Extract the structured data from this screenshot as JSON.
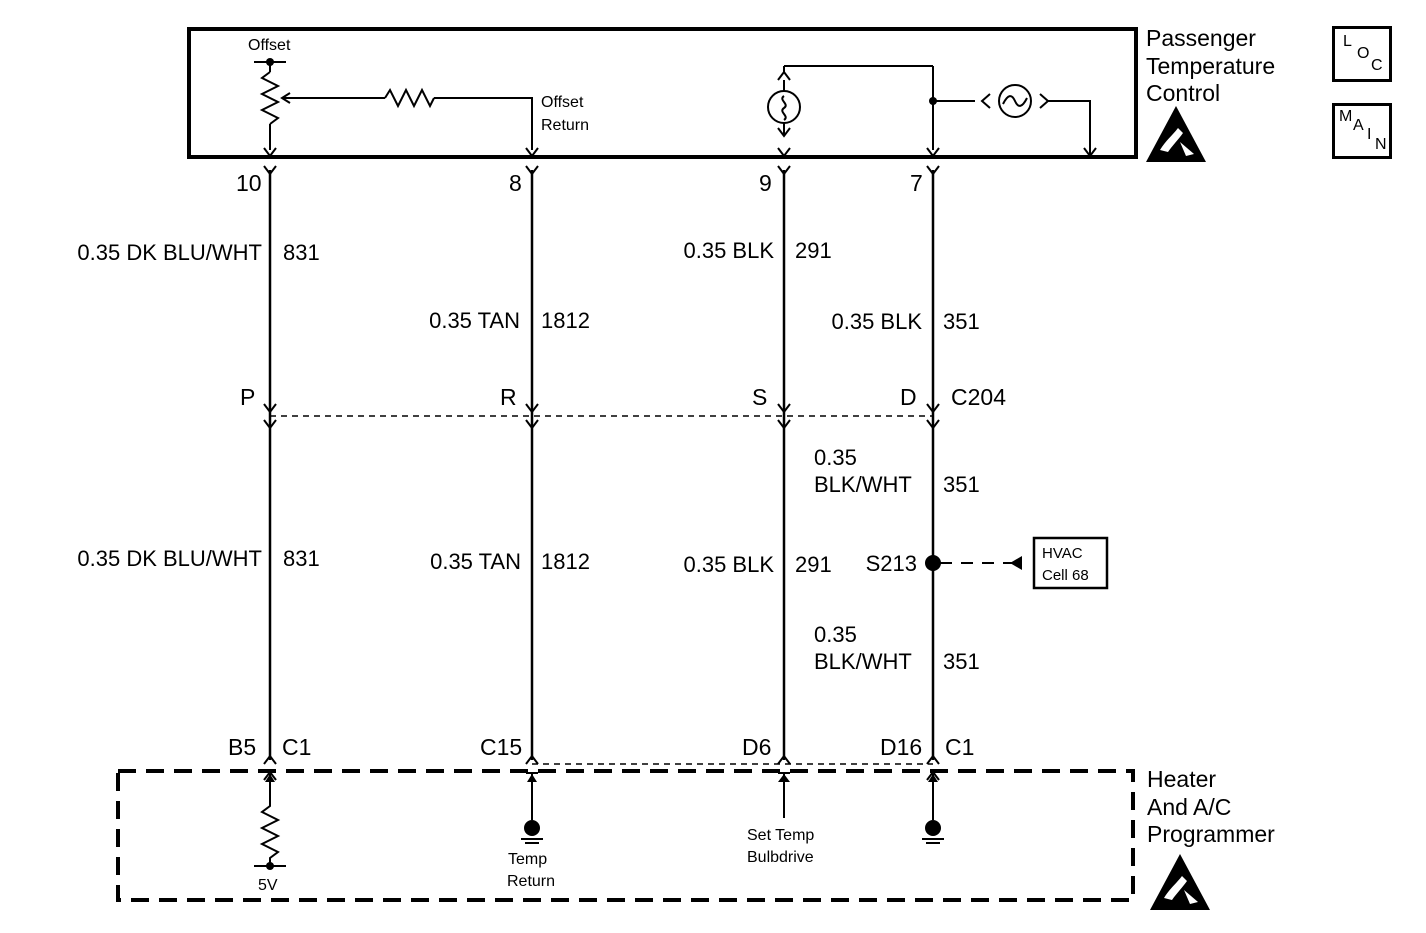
{
  "nav": {
    "loc": [
      "L",
      "O",
      "C"
    ],
    "main": [
      "M",
      "A",
      "I",
      "N"
    ]
  },
  "top_component": {
    "title": [
      "Passenger",
      "Temperature",
      "Control"
    ],
    "offset_label": "Offset",
    "offset_return": [
      "Offset",
      "Return"
    ]
  },
  "bottom_component": {
    "title": [
      "Heater",
      "And A/C",
      "Programmer"
    ],
    "five_v": "5V",
    "temp_return": [
      "Temp",
      "Return"
    ],
    "set_temp": [
      "Set Temp",
      "Bulbdrive"
    ]
  },
  "wires": [
    {
      "top_pin": "10",
      "inline_pin": "P",
      "bottom_pin": "B5",
      "upper": {
        "label": "0.35 DK BLU/WHT",
        "circuit": "831"
      },
      "lower": {
        "label": "0.35 DK BLU/WHT",
        "circuit": "831"
      }
    },
    {
      "top_pin": "8",
      "inline_pin": "R",
      "bottom_pin": "C15",
      "upper": {
        "label": "0.35 TAN",
        "circuit": "1812"
      },
      "lower": {
        "label": "0.35 TAN",
        "circuit": "1812"
      }
    },
    {
      "top_pin": "9",
      "inline_pin": "S",
      "bottom_pin": "D6",
      "upper": {
        "label": "0.35 BLK",
        "circuit": "291"
      },
      "lower": {
        "label": "0.35 BLK",
        "circuit": "291"
      }
    },
    {
      "top_pin": "7",
      "inline_pin": "D",
      "bottom_pin": "D16",
      "upper": {
        "label": "0.35 BLK",
        "circuit": "351"
      },
      "mid": {
        "label": [
          "0.35",
          "BLK/WHT"
        ],
        "circuit": "351"
      },
      "lower": {
        "label": [
          "0.35",
          "BLK/WHT"
        ],
        "circuit": "351"
      }
    }
  ],
  "connectors": {
    "inline": "C204",
    "bottom_left": "C1",
    "bottom_right": "C1"
  },
  "splice": {
    "name": "S213",
    "ref": [
      "HVAC",
      "Cell 68"
    ]
  }
}
